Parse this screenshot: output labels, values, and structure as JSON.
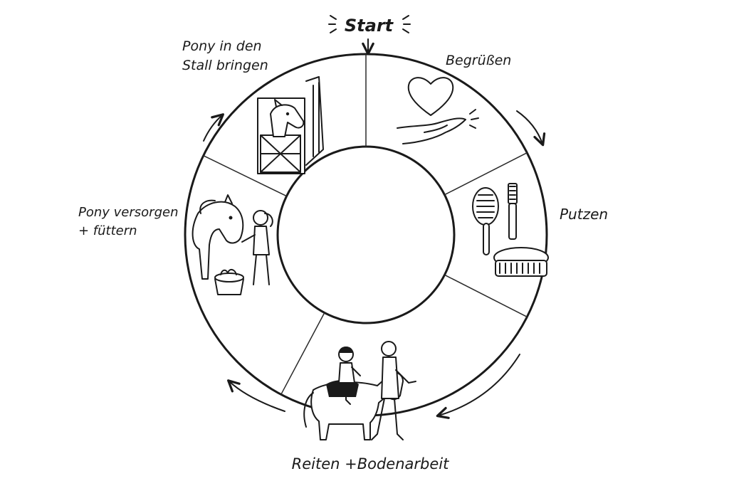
{
  "diagram": {
    "start_label": "Start",
    "steps": [
      {
        "id": "greet",
        "label": "Begrüßen",
        "icon": "heart-hand-icon"
      },
      {
        "id": "groom",
        "label": "Putzen",
        "icon": "brushes-icon"
      },
      {
        "id": "ride",
        "label": "Reiten +Bodenarbeit",
        "icon": "riding-lesson-icon"
      },
      {
        "id": "care",
        "label_lines": [
          "Pony versorgen",
          "+ füttern"
        ],
        "icon": "feeding-pony-icon"
      },
      {
        "id": "stable",
        "label_lines": [
          "Pony in den",
          "Stall bringen"
        ],
        "icon": "stable-pony-icon"
      }
    ]
  }
}
